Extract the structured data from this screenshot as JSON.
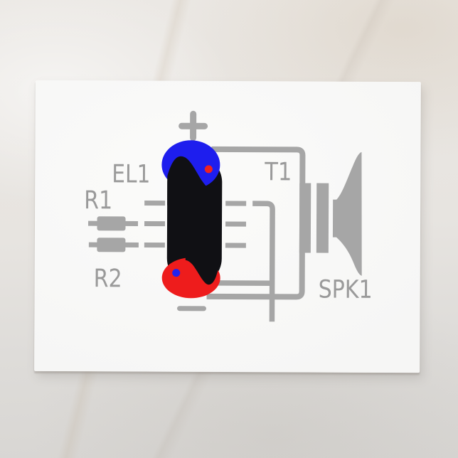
{
  "colors": {
    "wire": "#a6a6a6",
    "label": "#9a9a9a",
    "component_gray": "#a6a6a6",
    "tube_blue": "#1e1eee",
    "tube_red": "#ee1c1c",
    "tube_black": "#101014",
    "dot_red": "#ee2222",
    "dot_blue": "#2222ee",
    "card_white": "#f9f9f8"
  },
  "card": {
    "diagram": {
      "plus_symbol": "+",
      "minus_symbol": "−",
      "labels": {
        "tube": "EL1",
        "resistor1": "R1",
        "resistor2": "R2",
        "transformer": "T1",
        "speaker": "SPK1"
      }
    }
  }
}
